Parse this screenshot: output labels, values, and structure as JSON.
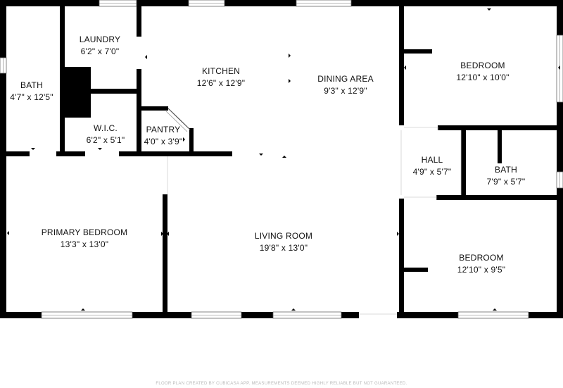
{
  "rooms": {
    "laundry": {
      "name": "LAUNDRY",
      "dims": "6'2\" x 7'0\""
    },
    "bath_left": {
      "name": "BATH",
      "dims": "4'7\" x 12'5\""
    },
    "kitchen": {
      "name": "KITCHEN",
      "dims": "12'6\" x 12'9\""
    },
    "dining": {
      "name": "DINING AREA",
      "dims": "9'3\" x 12'9\""
    },
    "bedroom_top": {
      "name": "BEDROOM",
      "dims": "12'10\" x 10'0\""
    },
    "wic": {
      "name": "W.I.C.",
      "dims": "6'2\" x 5'1\""
    },
    "pantry": {
      "name": "PANTRY",
      "dims": "4'0\" x 3'9\""
    },
    "hall": {
      "name": "HALL",
      "dims": "4'9\" x 5'7\""
    },
    "bath_right": {
      "name": "BATH",
      "dims": "7'9\" x 5'7\""
    },
    "primary": {
      "name": "PRIMARY BEDROOM",
      "dims": "13'3\" x 13'0\""
    },
    "living": {
      "name": "LIVING ROOM",
      "dims": "19'8\" x 13'0\""
    },
    "bedroom_bottom": {
      "name": "BEDROOM",
      "dims": "12'10\" x 9'5\""
    }
  },
  "footer": {
    "disclaimer": "FLOOR PLAN CREATED BY CUBICASA APP. MEASUREMENTS DEEMED HIGHLY RELIABLE BUT NOT GUARANTEED."
  },
  "colors": {
    "wall": "#000000",
    "window": "#ffffff",
    "background": "#ffffff"
  }
}
